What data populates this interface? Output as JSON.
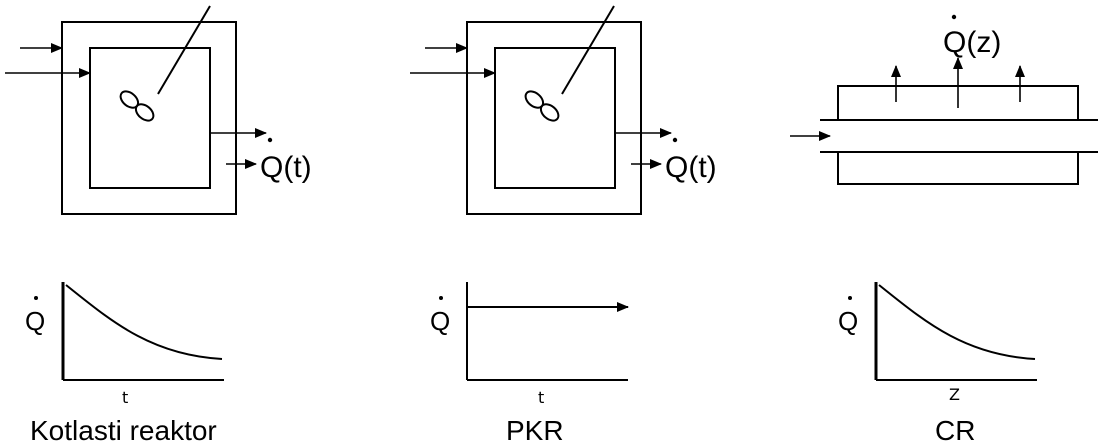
{
  "reactors": [
    {
      "name": "Kotlasti reaktor",
      "heat_flow_label": "Q(t)",
      "plot": {
        "y_label": "Q",
        "x_label": "t",
        "curve": "decaying"
      }
    },
    {
      "name": "PKR",
      "heat_flow_label": "Q(t)",
      "plot": {
        "y_label": "Q",
        "x_label": "t",
        "curve": "constant"
      }
    },
    {
      "name": "CR",
      "heat_flow_label": "Q(z)",
      "plot": {
        "y_label": "Q",
        "x_label": "Z",
        "curve": "decaying"
      }
    }
  ]
}
